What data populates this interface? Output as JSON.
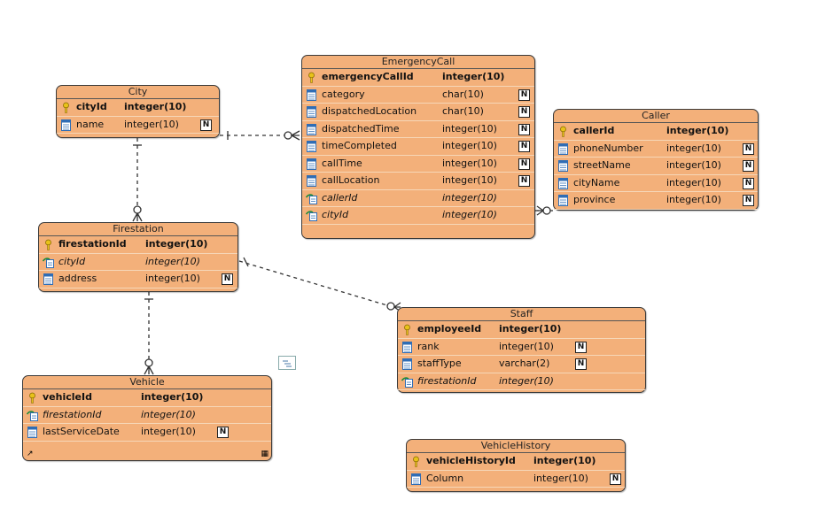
{
  "entities": [
    {
      "id": "city",
      "title": "City",
      "rows": [
        {
          "name": "cityId",
          "type": "integer(10)",
          "kind": "pk",
          "nullable": false
        },
        {
          "name": "name",
          "type": "integer(10)",
          "kind": "col",
          "nullable": true
        }
      ]
    },
    {
      "id": "emergencycall",
      "title": "EmergencyCall",
      "rows": [
        {
          "name": "emergencyCallId",
          "type": "integer(10)",
          "kind": "pk",
          "nullable": false
        },
        {
          "name": "category",
          "type": "char(10)",
          "kind": "col",
          "nullable": true
        },
        {
          "name": "dispatchedLocation",
          "type": "char(10)",
          "kind": "col",
          "nullable": true
        },
        {
          "name": "dispatchedTime",
          "type": "integer(10)",
          "kind": "col",
          "nullable": true
        },
        {
          "name": "timeCompleted",
          "type": "integer(10)",
          "kind": "col",
          "nullable": true
        },
        {
          "name": "callTime",
          "type": "integer(10)",
          "kind": "col",
          "nullable": true
        },
        {
          "name": "callLocation",
          "type": "integer(10)",
          "kind": "col",
          "nullable": true
        },
        {
          "name": "callerId",
          "type": "integer(10)",
          "kind": "fk",
          "nullable": false
        },
        {
          "name": "cityId",
          "type": "integer(10)",
          "kind": "fk",
          "nullable": false
        }
      ]
    },
    {
      "id": "caller",
      "title": "Caller",
      "rows": [
        {
          "name": "callerId",
          "type": "integer(10)",
          "kind": "pk",
          "nullable": false
        },
        {
          "name": "phoneNumber",
          "type": "integer(10)",
          "kind": "col",
          "nullable": true
        },
        {
          "name": "streetName",
          "type": "integer(10)",
          "kind": "col",
          "nullable": true
        },
        {
          "name": "cityName",
          "type": "integer(10)",
          "kind": "col",
          "nullable": true
        },
        {
          "name": "province",
          "type": "integer(10)",
          "kind": "col",
          "nullable": true
        }
      ]
    },
    {
      "id": "firestation",
      "title": "Firestation",
      "rows": [
        {
          "name": "firestationId",
          "type": "integer(10)",
          "kind": "pk",
          "nullable": false
        },
        {
          "name": "cityId",
          "type": "integer(10)",
          "kind": "fk",
          "nullable": false
        },
        {
          "name": "address",
          "type": "integer(10)",
          "kind": "col",
          "nullable": true
        }
      ]
    },
    {
      "id": "staff",
      "title": "Staff",
      "rows": [
        {
          "name": "employeeId",
          "type": "integer(10)",
          "kind": "pk",
          "nullable": false
        },
        {
          "name": "rank",
          "type": "integer(10)",
          "kind": "col",
          "nullable": true
        },
        {
          "name": "staffType",
          "type": "varchar(2)",
          "kind": "col",
          "nullable": true
        },
        {
          "name": "firestationId",
          "type": "integer(10)",
          "kind": "fk",
          "nullable": false
        }
      ]
    },
    {
      "id": "vehicle",
      "title": "Vehicle",
      "rows": [
        {
          "name": "vehicleId",
          "type": "integer(10)",
          "kind": "pk",
          "nullable": false
        },
        {
          "name": "firestationId",
          "type": "integer(10)",
          "kind": "fk",
          "nullable": false
        },
        {
          "name": "lastServiceDate",
          "type": "integer(10)",
          "kind": "col",
          "nullable": true
        }
      ]
    },
    {
      "id": "vehiclehistory",
      "title": "VehicleHistory",
      "rows": [
        {
          "name": "vehicleHistoryId",
          "type": "integer(10)",
          "kind": "pk",
          "nullable": false
        },
        {
          "name": "Column",
          "type": "integer(10)",
          "kind": "col",
          "nullable": true
        }
      ]
    }
  ],
  "null_flag_label": "N",
  "colors": {
    "entity_fill": "#f3b07a",
    "entity_border": "#3a3a3a",
    "link_line": "#333333"
  },
  "icons": {
    "pk": "key-icon",
    "col": "column-icon",
    "fk": "foreign-key-icon"
  }
}
